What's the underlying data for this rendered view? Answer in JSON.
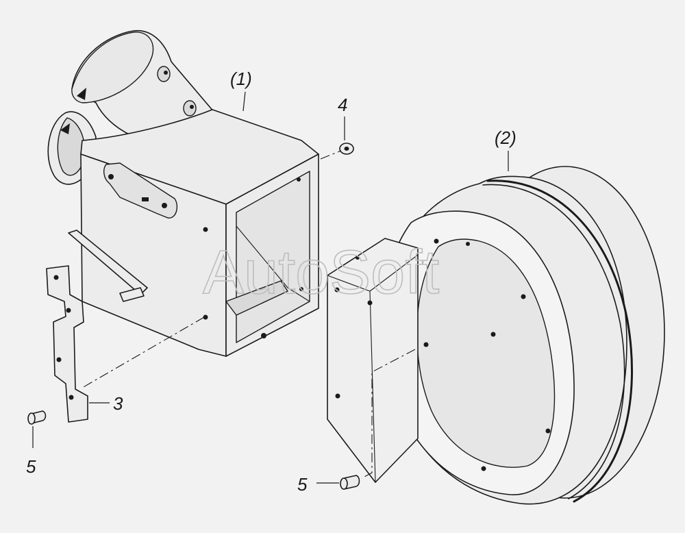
{
  "watermark": "AutoSoft",
  "callouts": {
    "assembly_1": "(1)",
    "assembly_2": "(2)",
    "part_3": "3",
    "part_4": "4",
    "part_5_left": "5",
    "part_5_right": "5"
  }
}
